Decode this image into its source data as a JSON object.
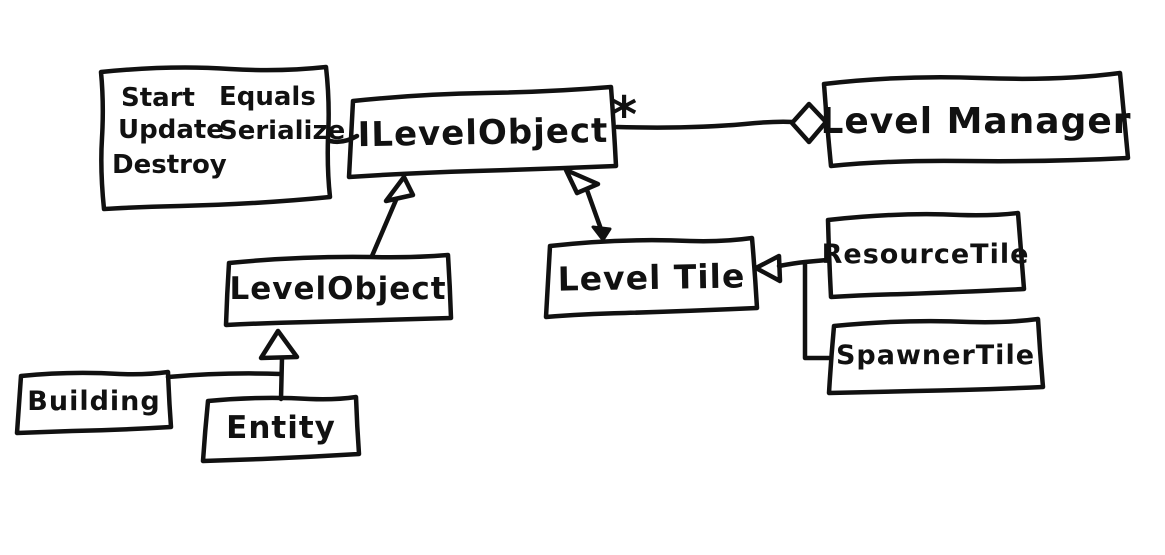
{
  "page": {
    "background": "#ffffff",
    "ink_color": "#111111"
  },
  "diagram": {
    "kind": "hand-drawn UML class diagram",
    "nodes": {
      "interface_note": {
        "items": [
          "Start",
          "Equals",
          "Update",
          "Serialize",
          "Destroy"
        ]
      },
      "ilevelobject": {
        "label": "ILevelObject"
      },
      "levelmanager": {
        "label": "Level Manager"
      },
      "levelobject": {
        "label": "LevelObject"
      },
      "leveltile": {
        "label": "Level Tile"
      },
      "resourcetile": {
        "label": "ResourceTile"
      },
      "spawnertile": {
        "label": "SpawnerTile"
      },
      "building": {
        "label": "Building"
      },
      "entity": {
        "label": "Entity"
      }
    },
    "annotations": {
      "multiplicity": "*"
    },
    "relationships": [
      {
        "from": "LevelObject",
        "to": "ILevelObject",
        "type": "realization (hollow triangle arrow)"
      },
      {
        "from": "LevelTile",
        "to": "ILevelObject",
        "type": "realization (hollow triangle arrow)"
      },
      {
        "from": "ResourceTile",
        "to": "LevelTile",
        "type": "generalization (hollow triangle arrow)"
      },
      {
        "from": "SpawnerTile",
        "to": "LevelTile",
        "type": "generalization (hollow triangle arrow)"
      },
      {
        "from": "Building",
        "to": "LevelObject",
        "type": "generalization (hollow triangle arrow)"
      },
      {
        "from": "Entity",
        "to": "LevelObject",
        "type": "generalization (hollow triangle arrow)"
      },
      {
        "from": "LevelManager",
        "to": "ILevelObject",
        "type": "aggregation (hollow diamond)",
        "multiplicity_at_ilevelobject": "*"
      },
      {
        "from": "interface_note",
        "to": "ILevelObject",
        "type": "note link"
      }
    ]
  }
}
